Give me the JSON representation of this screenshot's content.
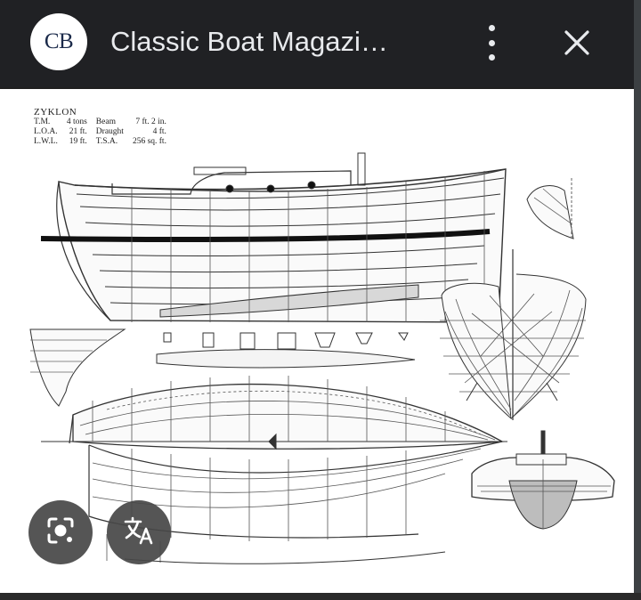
{
  "header": {
    "avatar_text": "CB",
    "title": "Classic Boat Magazi…"
  },
  "icons": {
    "menu": "more-vert-icon",
    "close": "close-icon",
    "lens": "lens-camera-icon",
    "translate": "translate-icon"
  },
  "drawing": {
    "name": "ZYKLON",
    "specs": [
      {
        "k1": "T.M.",
        "v1": "4 tons",
        "k2": "Beam",
        "v2": "7 ft. 2 in."
      },
      {
        "k1": "L.O.A.",
        "v1": "21 ft.",
        "k2": "Draught",
        "v2": "4 ft."
      },
      {
        "k1": "L.W.L.",
        "v1": "19 ft.",
        "k2": "T.S.A.",
        "v2": "256 sq. ft."
      }
    ]
  },
  "colors": {
    "bar_bg": "#202124",
    "title_text": "#e8eaed",
    "avatar_bg": "#ffffff",
    "avatar_text": "#1b2a4a",
    "fab_bg": "#464646"
  }
}
